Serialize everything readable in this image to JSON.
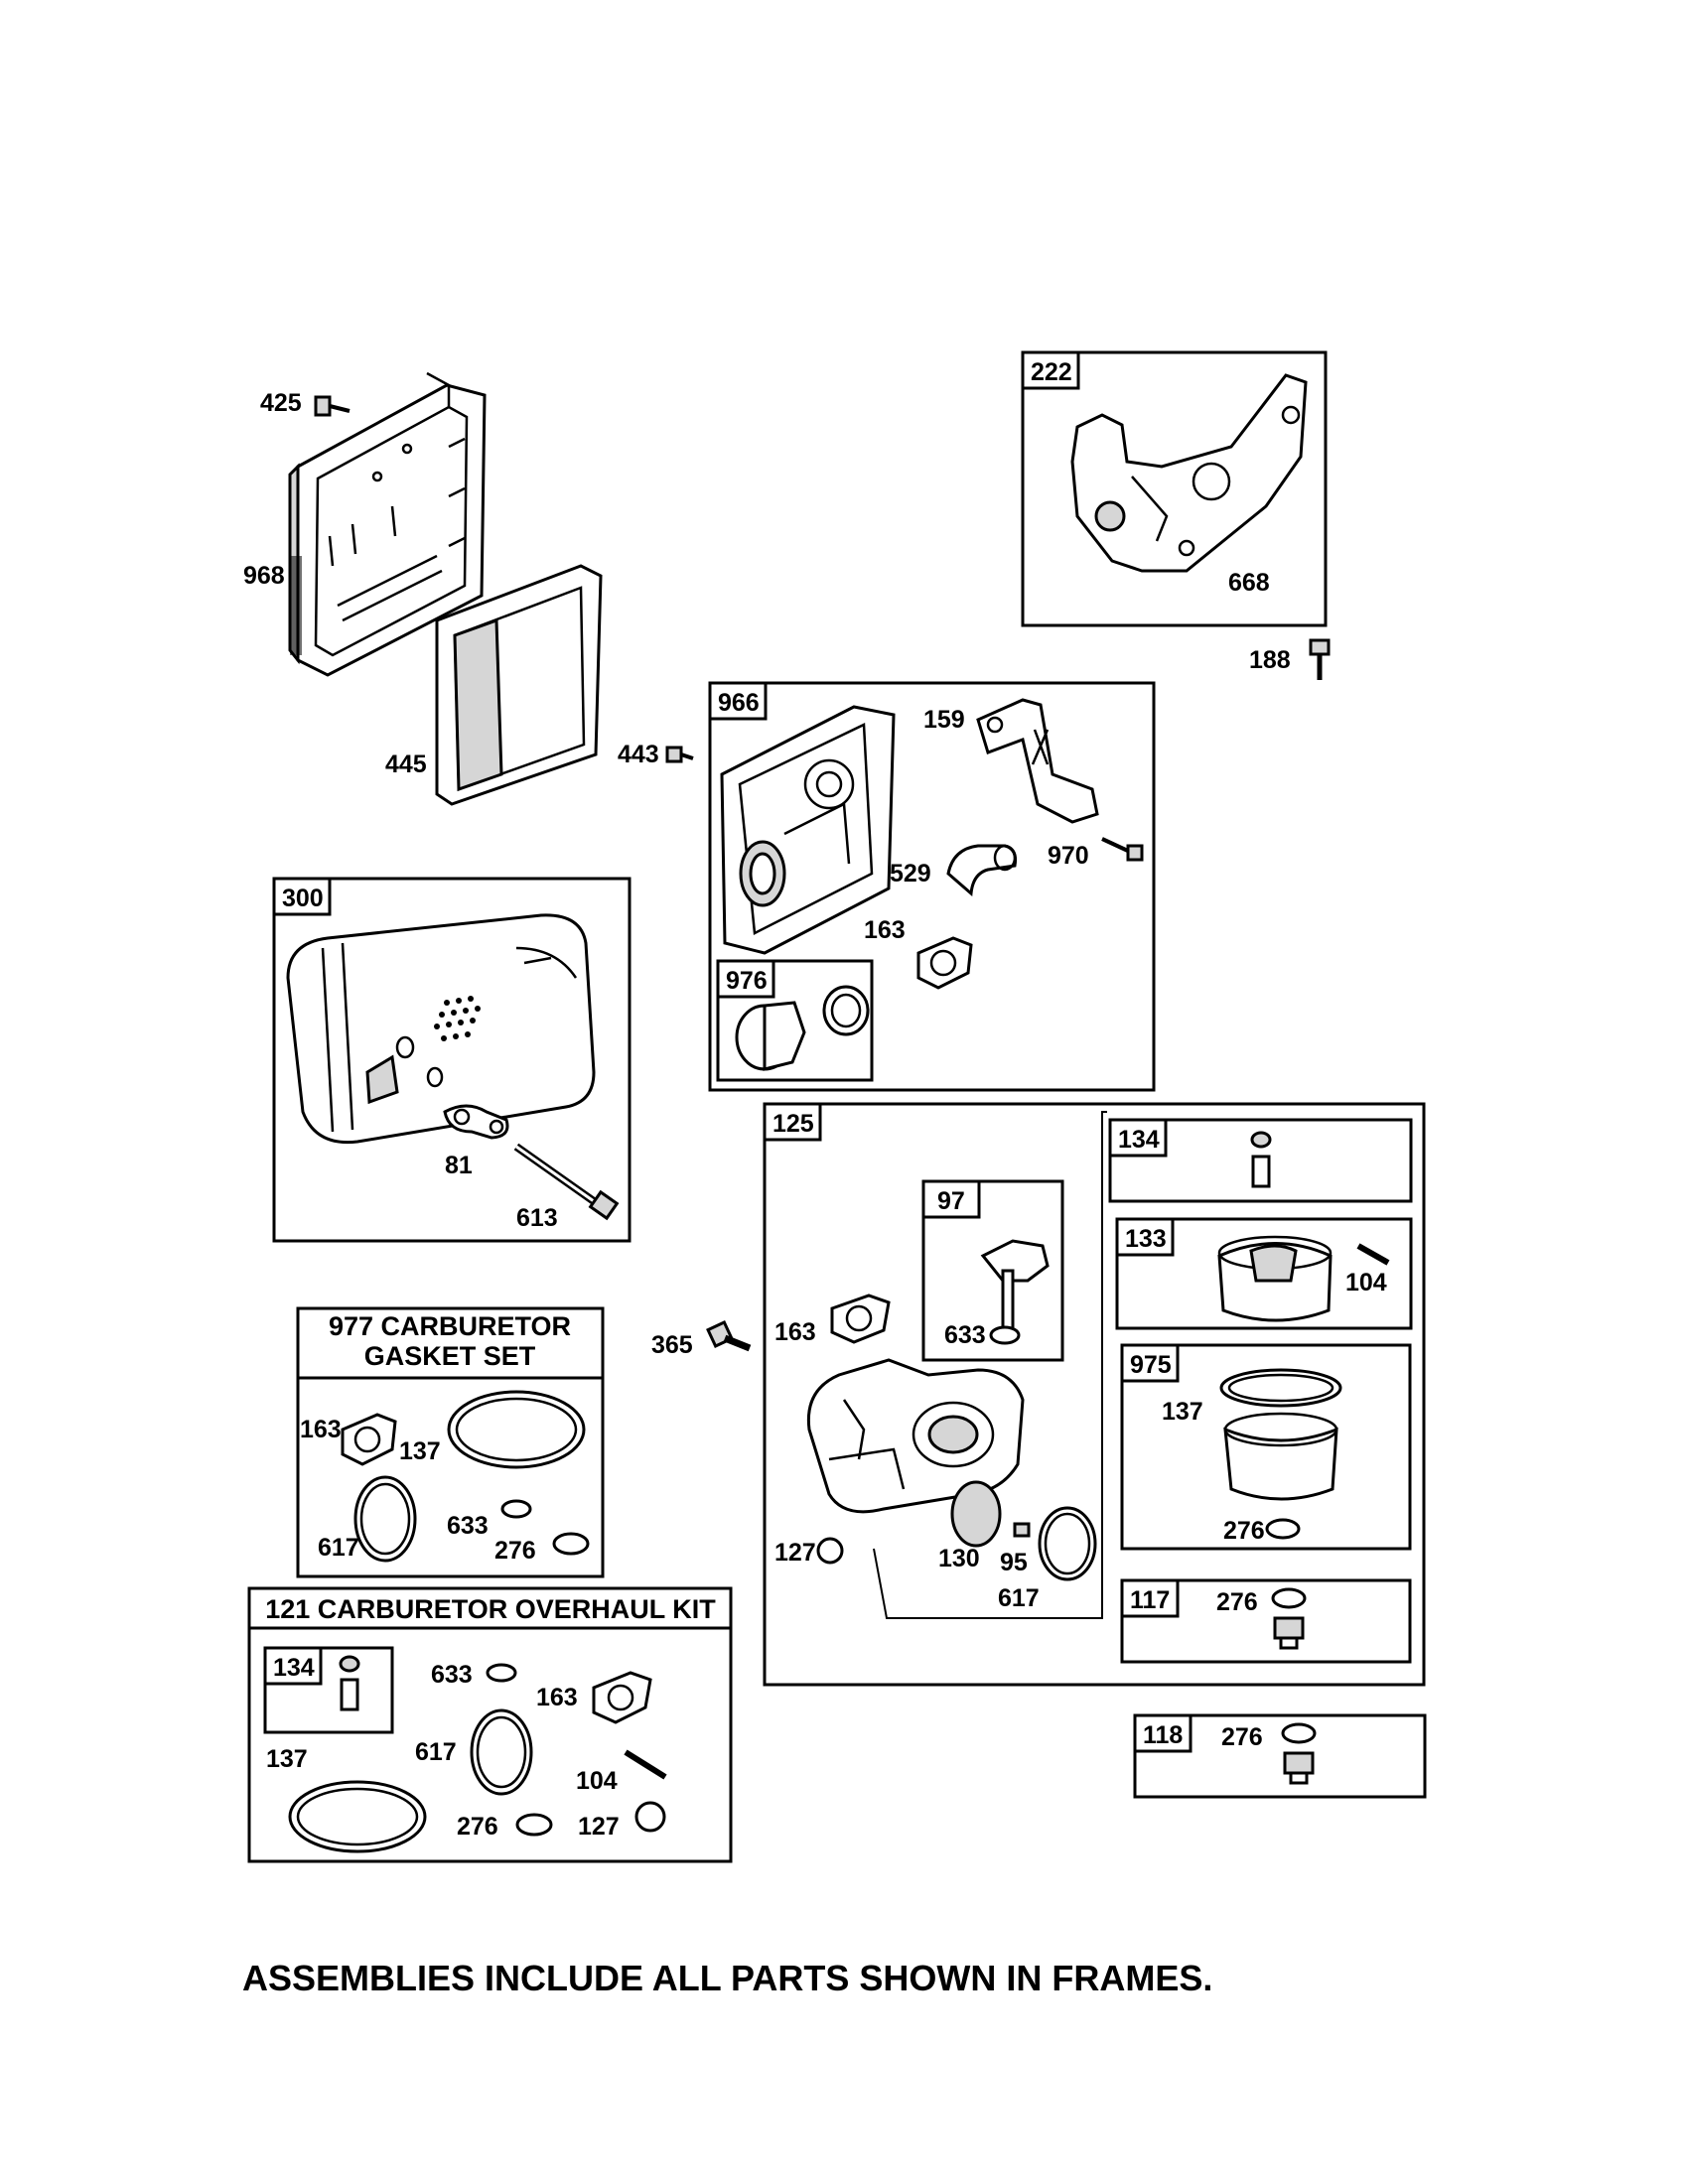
{
  "footer_note": "ASSEMBLIES INCLUDE ALL PARTS SHOWN IN FRAMES.",
  "frames": {
    "f222": "222",
    "f966": "966",
    "f976": "976",
    "f300": "300",
    "f125": "125",
    "f97": "97",
    "f134": "134",
    "f133": "133",
    "f975": "975",
    "f117": "117",
    "f118": "118",
    "f134kit": "134"
  },
  "kits": {
    "gasket_set_line1": "977 CARBURETOR",
    "gasket_set_line2": "GASKET SET",
    "overhaul_kit": "121 CARBURETOR OVERHAUL KIT"
  },
  "callouts": {
    "p425": "425",
    "p968": "968",
    "p445": "445",
    "p668": "668",
    "p188": "188",
    "p443": "443",
    "p159": "159",
    "p970": "970",
    "p529": "529",
    "p163a": "163",
    "p81": "81",
    "p613": "613",
    "p104a": "104",
    "p137a": "137",
    "p276a": "276",
    "p365": "365",
    "p163b": "163",
    "p633a": "633",
    "p127a": "127",
    "p130": "130",
    "p95": "95",
    "p617a": "617",
    "p276b": "276",
    "p276c": "276",
    "p163c": "163",
    "p137b": "137",
    "p617b": "617",
    "p633b": "633",
    "p276d": "276",
    "p633c": "633",
    "p163d": "163",
    "p617c": "617",
    "p137c": "137",
    "p104b": "104",
    "p276e": "276",
    "p127b": "127"
  }
}
